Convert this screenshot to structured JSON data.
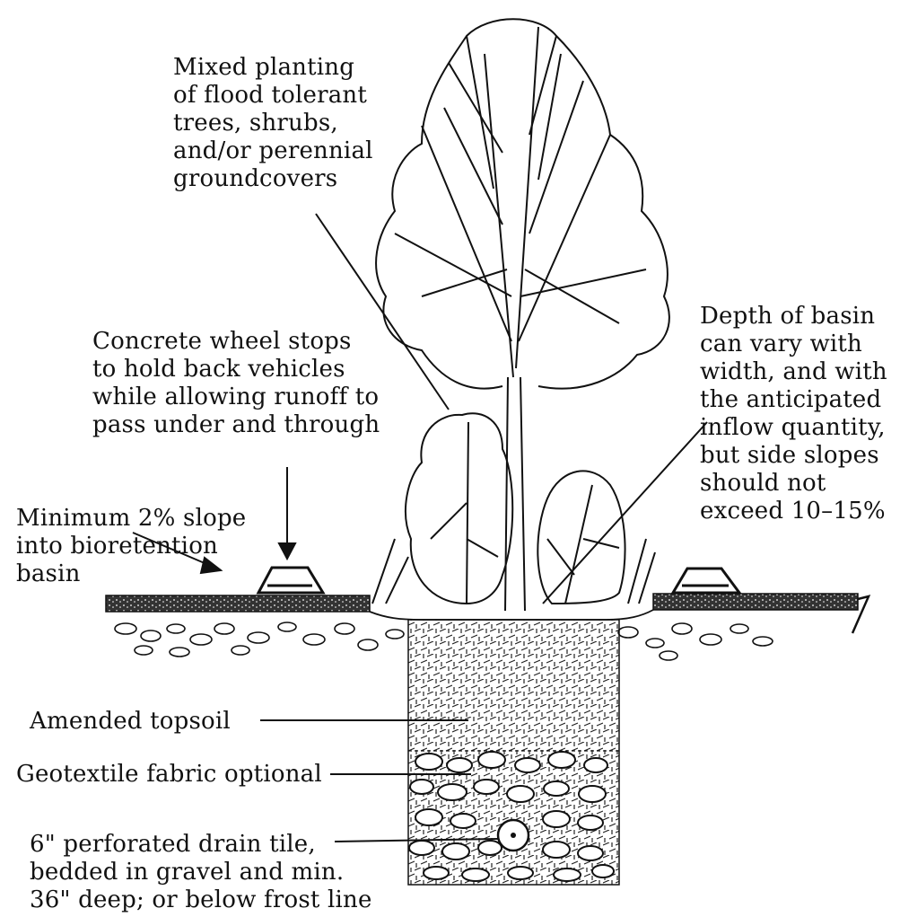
{
  "labels": {
    "planting": "Mixed planting\nof flood tolerant\ntrees, shrubs,\nand/or perennial\ngroundcovers",
    "wheel_stops": "Concrete wheel stops\nto hold back vehicles\nwhile allowing runoff to\npass under and through",
    "depth": "Depth of basin\ncan vary with\nwidth, and with\nthe anticipated\ninflow quantity,\nbut side slopes\nshould not\nexceed 10–15%",
    "slope": "Minimum 2% slope\ninto bioretention\nbasin",
    "topsoil": "Amended topsoil",
    "geotextile": "Geotextile fabric optional",
    "drain": "6\" perforated drain tile,\nbedded in gravel and min.\n36\" deep; or below frost line"
  },
  "colors": {
    "ink": "#111111",
    "paper": "#ffffff"
  },
  "icons": [
    "tree-icon",
    "shrub-icon",
    "wheel-stop-icon",
    "drain-tile-icon",
    "arrow-icon"
  ]
}
